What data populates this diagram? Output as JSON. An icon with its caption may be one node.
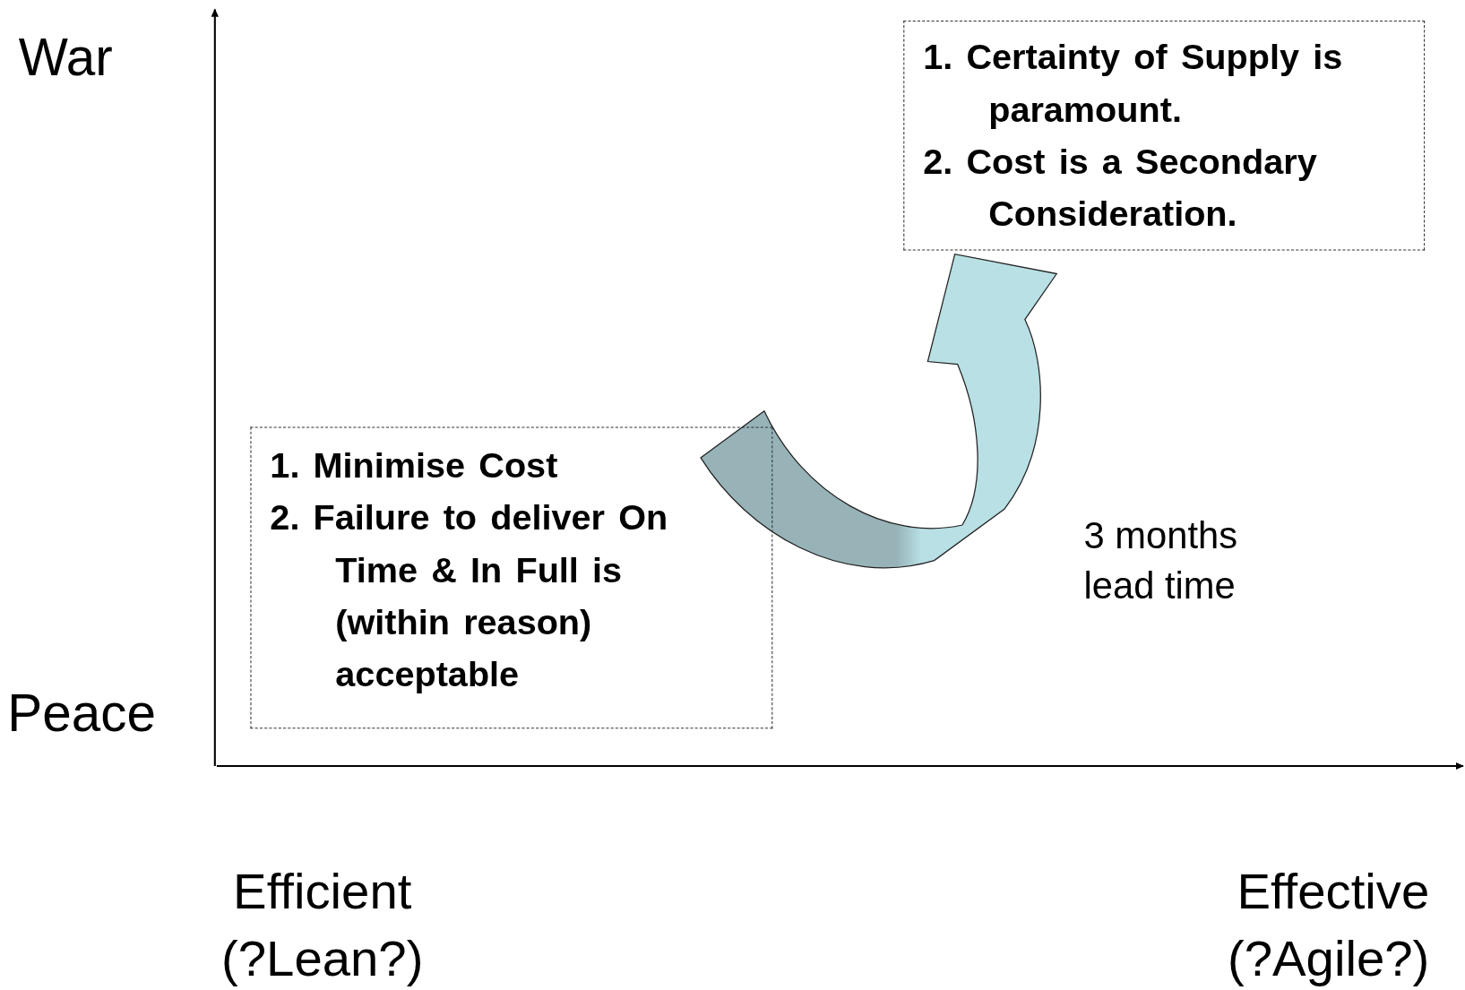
{
  "diagram": {
    "nodes": [
      {
        "text": [
          "1. Minimise Cost",
          "2. Failure to deliver On Time & In Full is (within reason) acceptable"
        ]
      },
      {
        "text": [
          "1. Certainty of Supply is paramount.",
          "2. Cost is a Secondary Consideration."
        ]
      }
    ],
    "edges": [
      {
        "from": 0,
        "to": 1,
        "arrow": "to"
      }
    ],
    "labels": [
      "War",
      "Peace",
      "3 months lead time",
      "Efficient",
      "(?Lean?)",
      "Effective",
      "(?Agile?)"
    ]
  }
}
